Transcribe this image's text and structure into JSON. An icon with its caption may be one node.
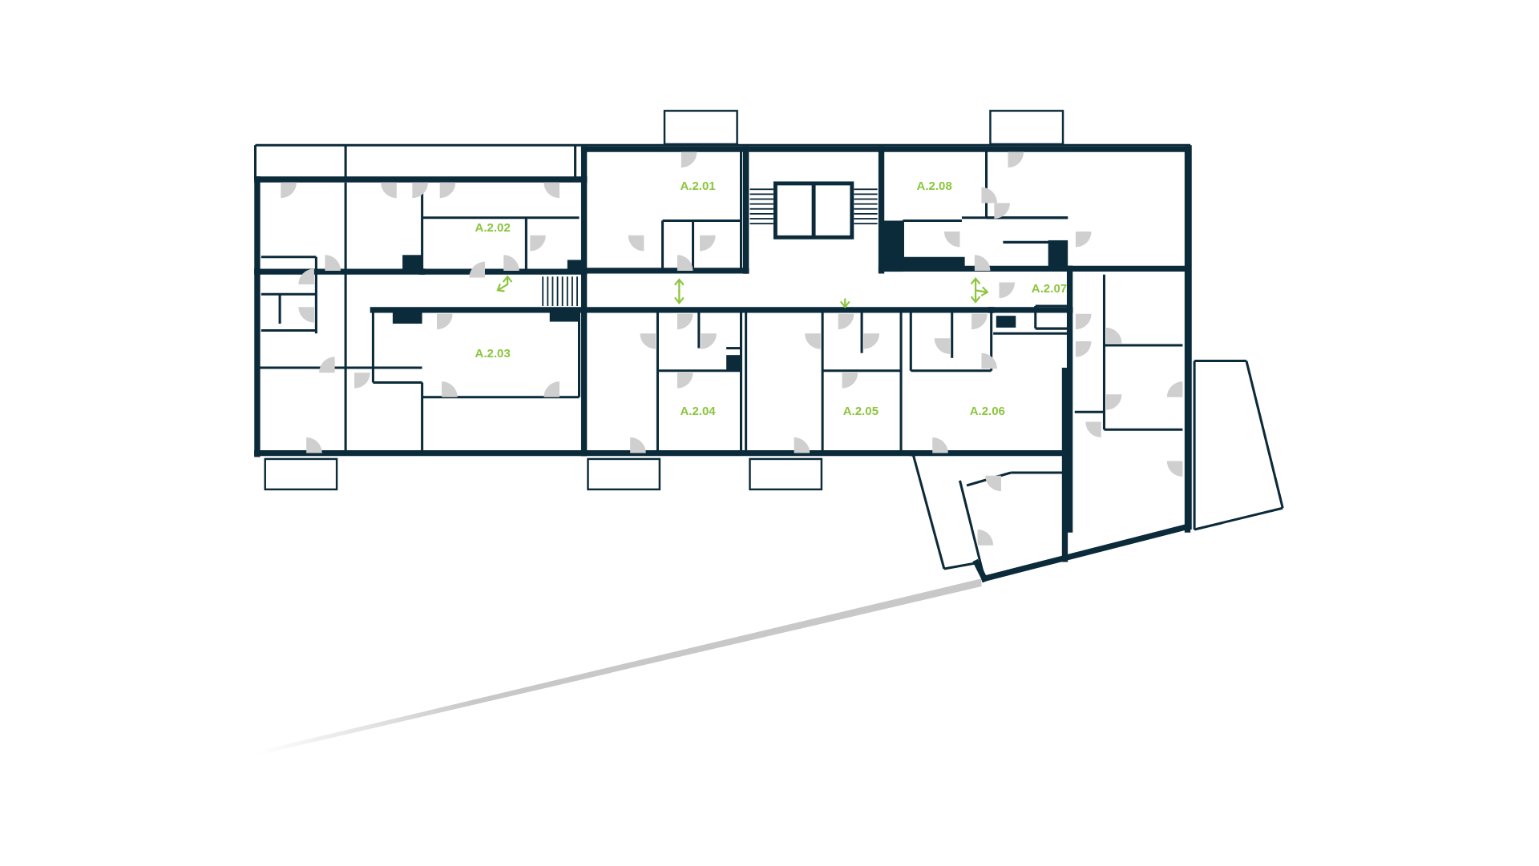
{
  "diagram": {
    "labels": [
      "A.2.01",
      "A.2.08",
      "A.2.02",
      "A.2.07",
      "A.2.03",
      "A.2.04",
      "A.2.05",
      "A.2.06"
    ]
  }
}
